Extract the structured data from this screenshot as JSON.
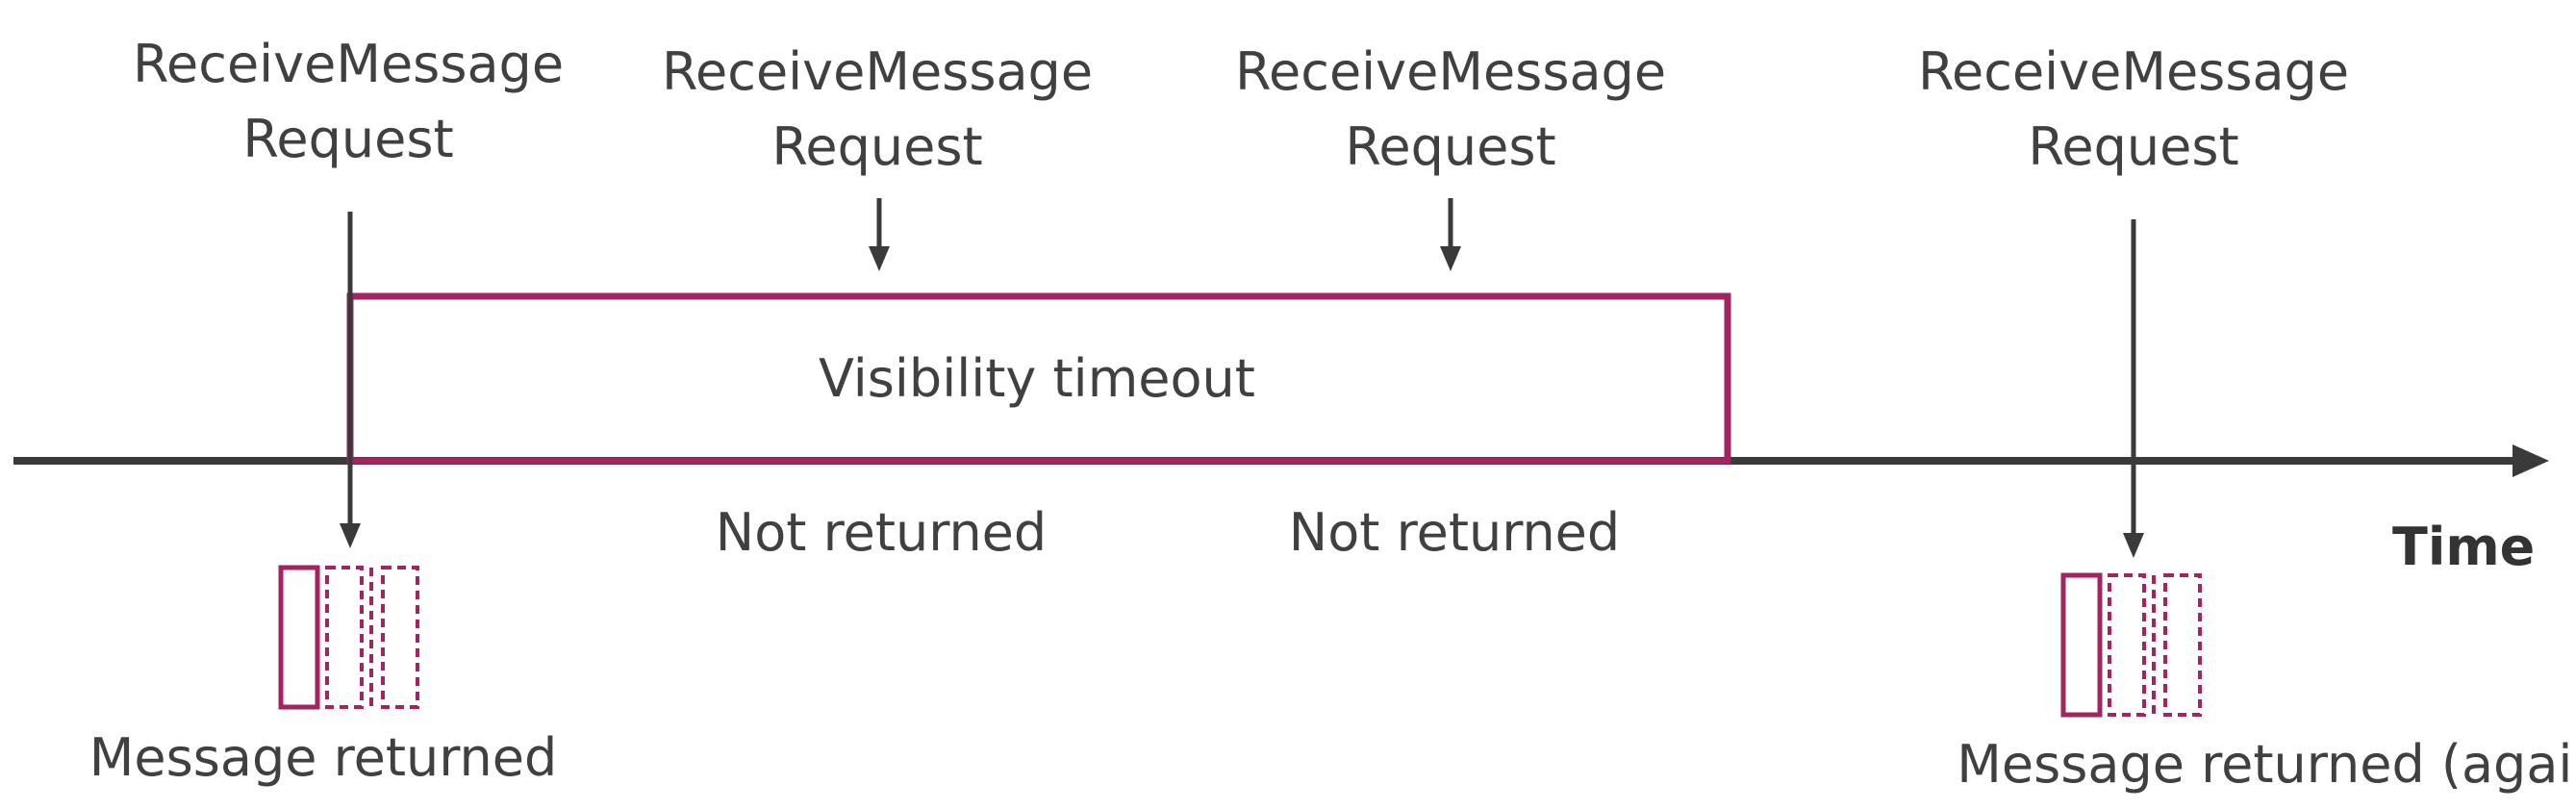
{
  "colors": {
    "axis": "#3a3a3a",
    "accent": "#a3245f",
    "text": "#404040"
  },
  "requests": [
    {
      "line1": "ReceiveMessage",
      "line2": "Request"
    },
    {
      "line1": "ReceiveMessage",
      "line2": "Request"
    },
    {
      "line1": "ReceiveMessage",
      "line2": "Request"
    },
    {
      "line1": "ReceiveMessage",
      "line2": "Request"
    }
  ],
  "visibility_timeout_label": "Visibility timeout",
  "not_returned": [
    {
      "label": "Not returned"
    },
    {
      "label": "Not returned"
    }
  ],
  "axis_label": "Time",
  "message_returned_label": "Message returned",
  "message_returned_again_label": "Message returned (again)"
}
